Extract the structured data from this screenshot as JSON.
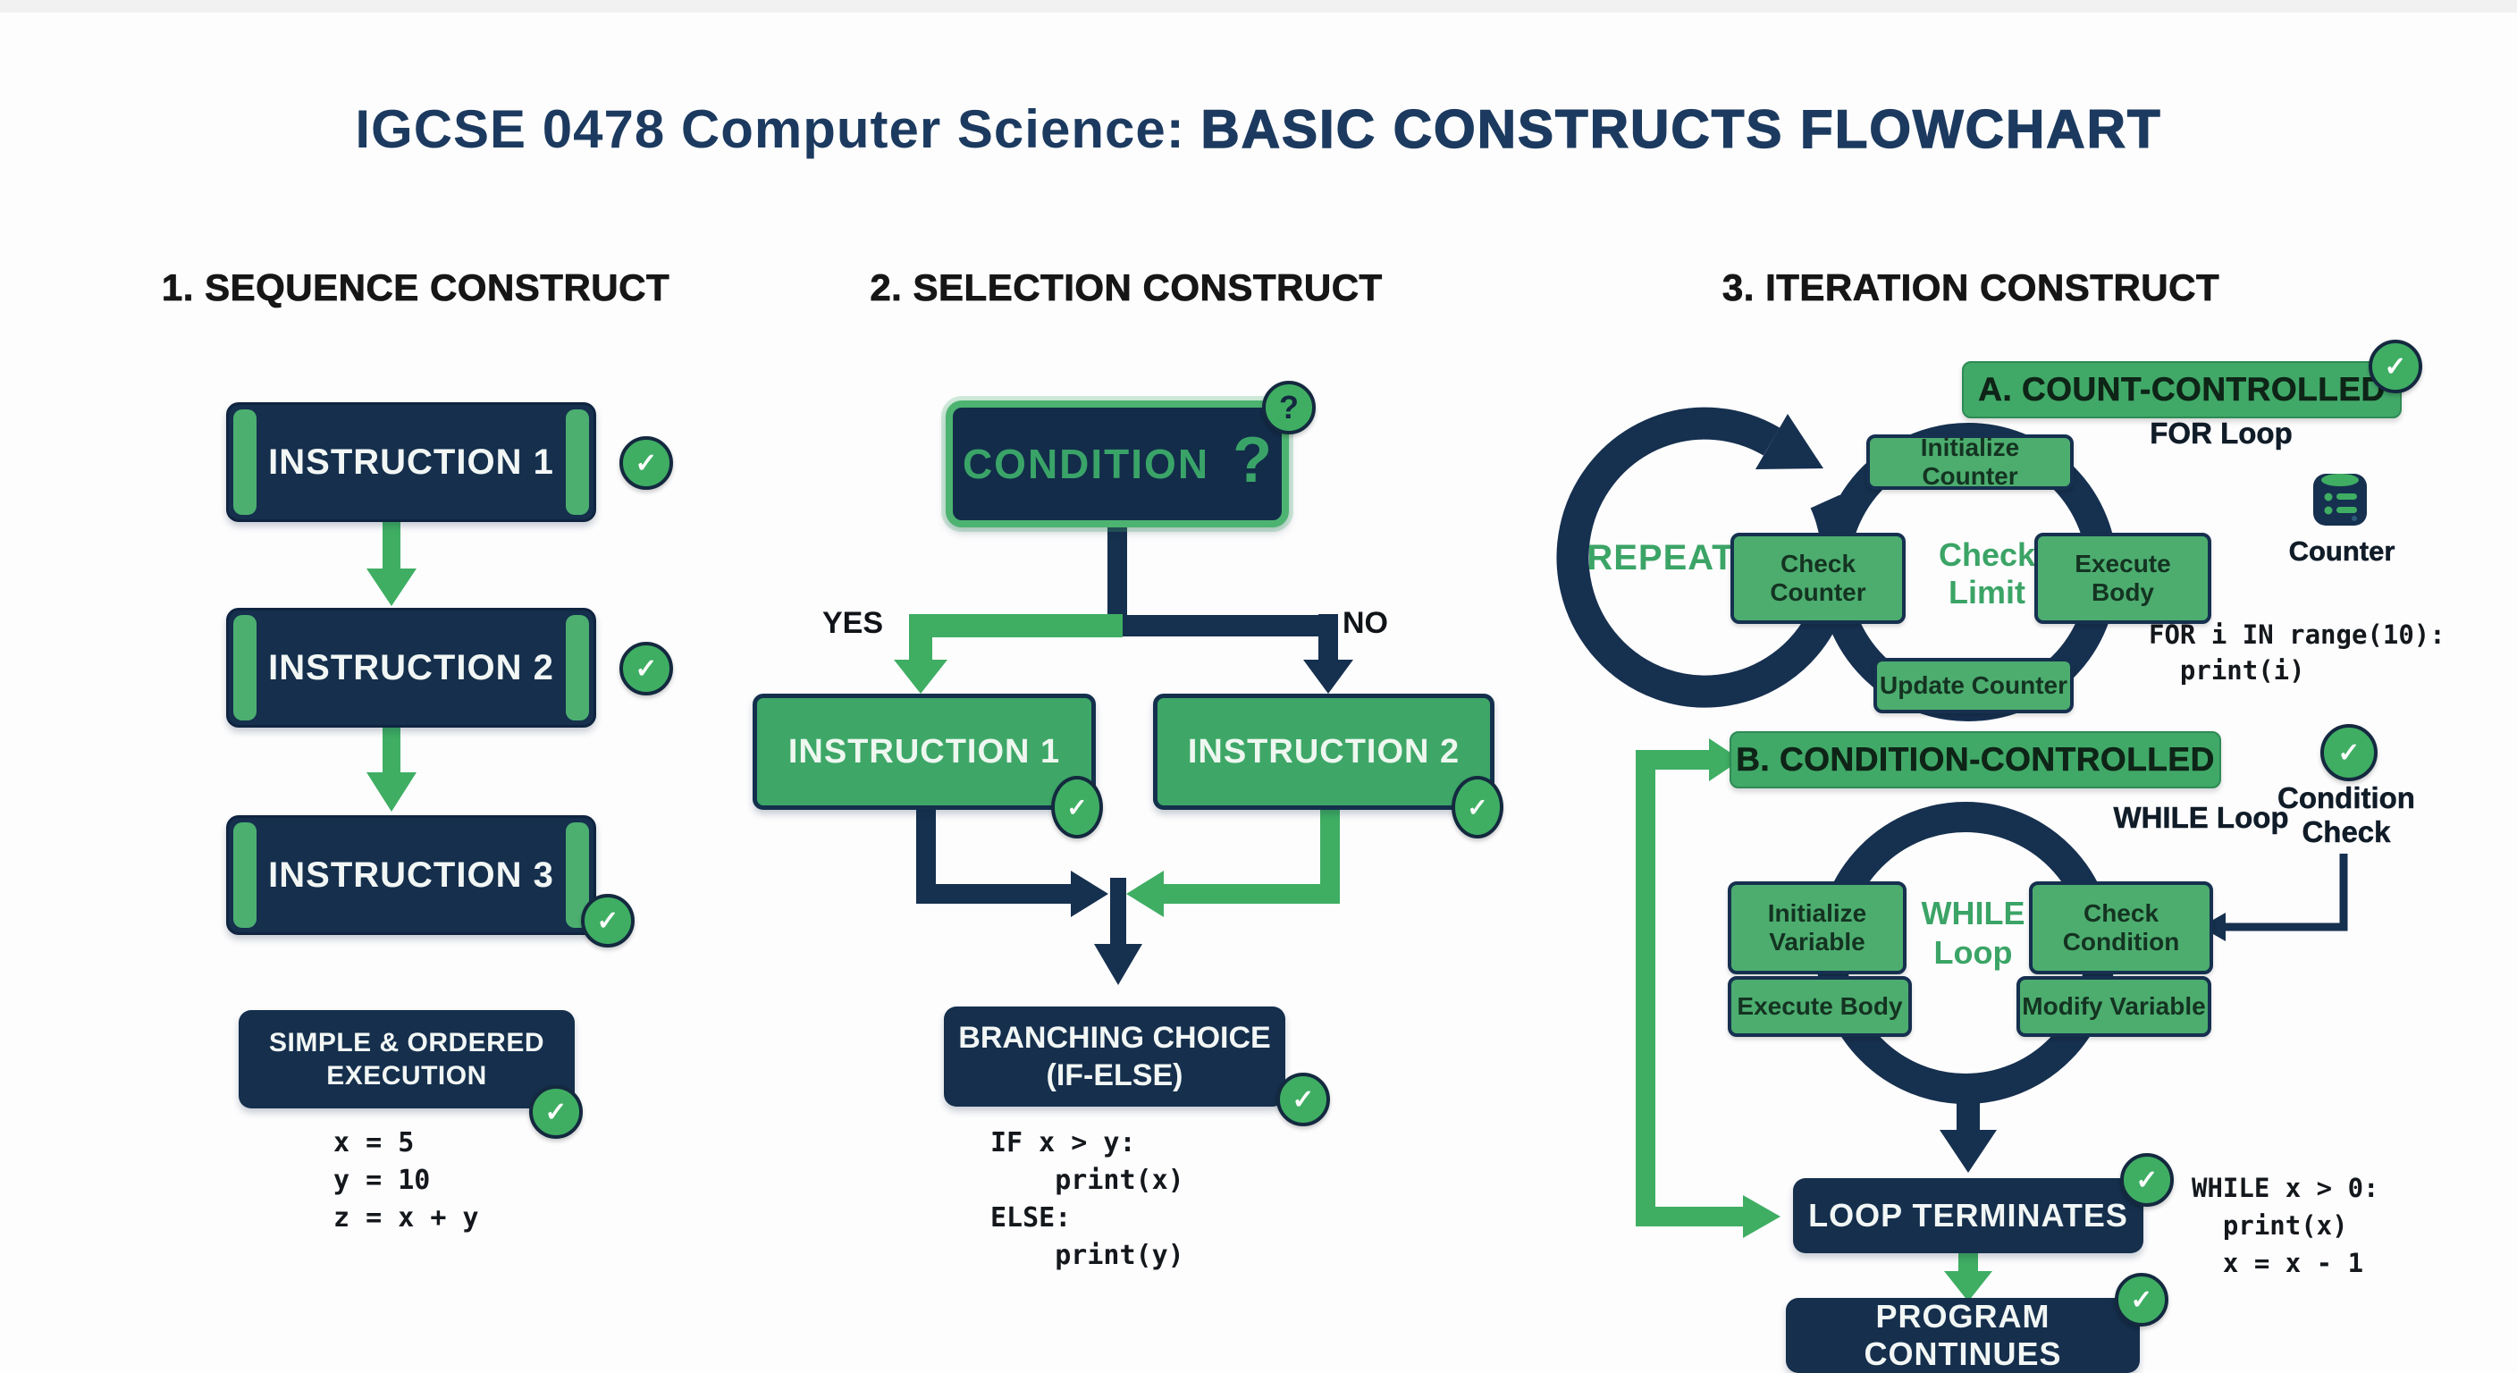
{
  "colors": {
    "navy": "#16304F",
    "green": "#3FAE63",
    "banner_green": "#41A968",
    "step_green": "#4CAD6F",
    "title_navy": "#1C3A5F",
    "heading_black": "#161616",
    "background": "#FDFDFE"
  },
  "check_mark": "✓",
  "title": {
    "prefix": "IGCSE 0478 Computer Science: ",
    "emphasis": "BASIC CONSTRUCTS FLOWCHART"
  },
  "sequence": {
    "heading": "1. SEQUENCE CONSTRUCT",
    "steps": [
      "INSTRUCTION 1",
      "INSTRUCTION 2",
      "INSTRUCTION 3"
    ],
    "summary": [
      "SIMPLE & ORDERED",
      "EXECUTION"
    ],
    "code": [
      "x = 5",
      "y = 10",
      "z = x + y"
    ]
  },
  "selection": {
    "heading": "2. SELECTION CONSTRUCT",
    "condition_label": "CONDITION",
    "question_mark": "?",
    "yes_label": "YES",
    "no_label": "NO",
    "true_branch": "INSTRUCTION 1",
    "false_branch": "INSTRUCTION 2",
    "result": [
      "BRANCHING CHOICE",
      "(IF-ELSE)"
    ],
    "code": [
      "IF x > y:",
      "    print(x)",
      "ELSE:",
      "    print(y)"
    ]
  },
  "iteration": {
    "heading": "3. ITERATION CONSTRUCT",
    "count_controlled": {
      "banner": "A. COUNT-CONTROLLED",
      "loop_type": "FOR Loop",
      "repeat_label": "REPEAT",
      "step_top": "Initialize Counter",
      "step_left": [
        "Check",
        "Counter"
      ],
      "center_label": [
        "Check",
        "Limit"
      ],
      "step_right": [
        "Execute",
        "Body"
      ],
      "step_bottom": "Update Counter",
      "counter_label": "Counter",
      "code": [
        "FOR i IN range(10):",
        "  print(i)"
      ]
    },
    "condition_controlled": {
      "banner": "B. CONDITION-CONTROLLED",
      "loop_type": "WHILE Loop",
      "badge_label": [
        "Condition",
        "Check"
      ],
      "step_top_left": [
        "Initialize",
        "Variable"
      ],
      "step_top_right": [
        "Check",
        "Condition"
      ],
      "center_label": [
        "WHILE",
        "Loop"
      ],
      "step_bottom_left": "Execute Body",
      "step_bottom_right": "Modify Variable",
      "terminates": "LOOP TERMINATES",
      "continues": "PROGRAM CONTINUES",
      "code": [
        "WHILE x > 0:",
        "  print(x)",
        "  x = x - 1"
      ]
    }
  }
}
